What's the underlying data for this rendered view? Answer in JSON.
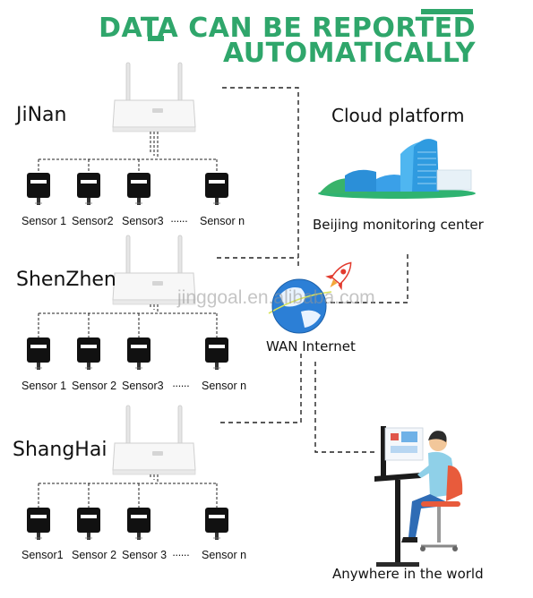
{
  "headline": {
    "line1": "DATA CAN BE REPORTED",
    "line2": "AUTOMATICALLY"
  },
  "sites": [
    {
      "name": "JiNan",
      "sensors": [
        "Sensor 1",
        "Sensor2",
        "Sensor3",
        "Sensor  n"
      ]
    },
    {
      "name": "ShenZhen",
      "sensors": [
        "Sensor 1",
        "Sensor 2",
        "Sensor3",
        "Sensor n"
      ]
    },
    {
      "name": "ShangHai",
      "sensors": [
        "Sensor1",
        "Sensor 2",
        "Sensor 3",
        "Sensor n"
      ]
    }
  ],
  "ellipsis": "······",
  "cloud_platform": "Cloud platform",
  "monitoring_center": "Beijing monitoring center",
  "internet": "WAN Internet",
  "anywhere": "Anywhere in the world",
  "watermark": "jinggoal.en.alibaba.com",
  "colors": {
    "headline": "#2fa66b",
    "line": "#222222",
    "sensor_body": "#111111",
    "globe": "#2c7fd6",
    "rocket": "#e23b2e"
  },
  "icons": [
    "router-icon",
    "sensor-icon",
    "cloud-building-icon",
    "globe-icon",
    "rocket-icon",
    "person-at-desk-icon"
  ]
}
